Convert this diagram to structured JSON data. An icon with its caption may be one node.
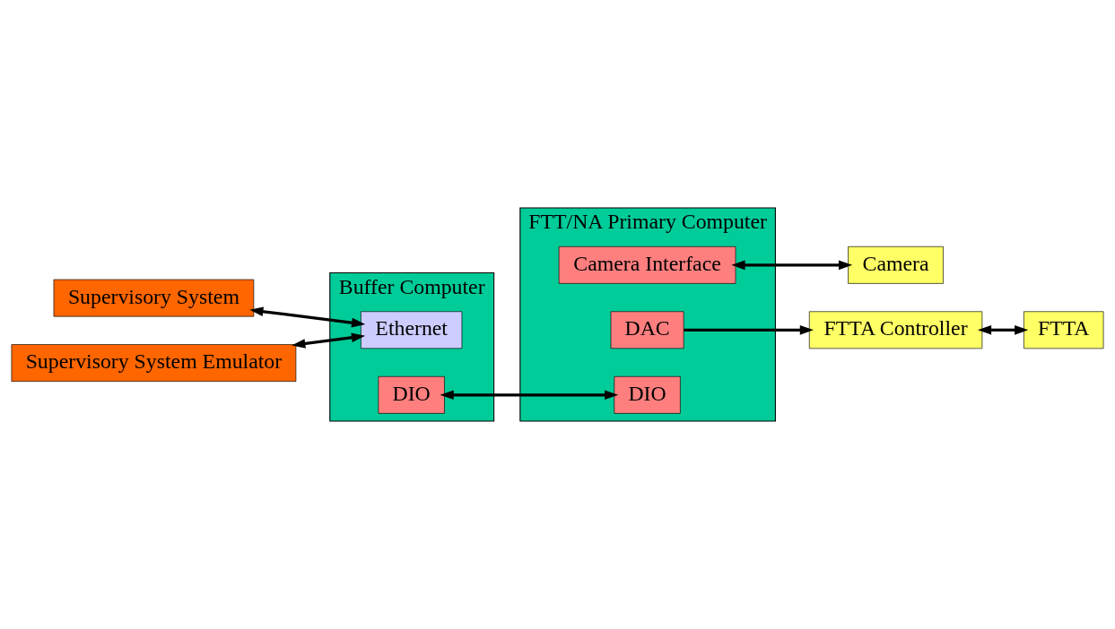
{
  "diagram": {
    "nodes": [
      {
        "text": [
          "Buffer Computer"
        ]
      },
      {
        "text": [
          "Ethernet"
        ],
        "in": 0
      },
      {
        "text": [
          "DIO"
        ],
        "in": 0
      },
      {
        "text": [
          "FTT/NA Primary Computer"
        ]
      },
      {
        "text": [
          "Camera Interface"
        ],
        "in": 3
      },
      {
        "text": [
          "DAC"
        ],
        "in": 3
      },
      {
        "text": [
          "DIO"
        ],
        "in": 3
      },
      {
        "text": [
          "Supervisory System"
        ]
      },
      {
        "text": [
          "Supervisory System Emulator"
        ]
      },
      {
        "text": [
          "Camera"
        ]
      },
      {
        "text": [
          "FTTA Controller"
        ]
      },
      {
        "text": [
          "FTTA"
        ]
      }
    ],
    "edges": [
      {
        "from": 7,
        "to": 1,
        "arrow": "both"
      },
      {
        "from": 8,
        "to": 1,
        "arrow": "both"
      },
      {
        "from": 2,
        "to": 6,
        "arrow": "both"
      },
      {
        "from": 4,
        "to": 9,
        "arrow": "both"
      },
      {
        "from": 5,
        "to": 10,
        "arrow": "to"
      },
      {
        "from": 10,
        "to": 11,
        "arrow": "both"
      }
    ]
  }
}
